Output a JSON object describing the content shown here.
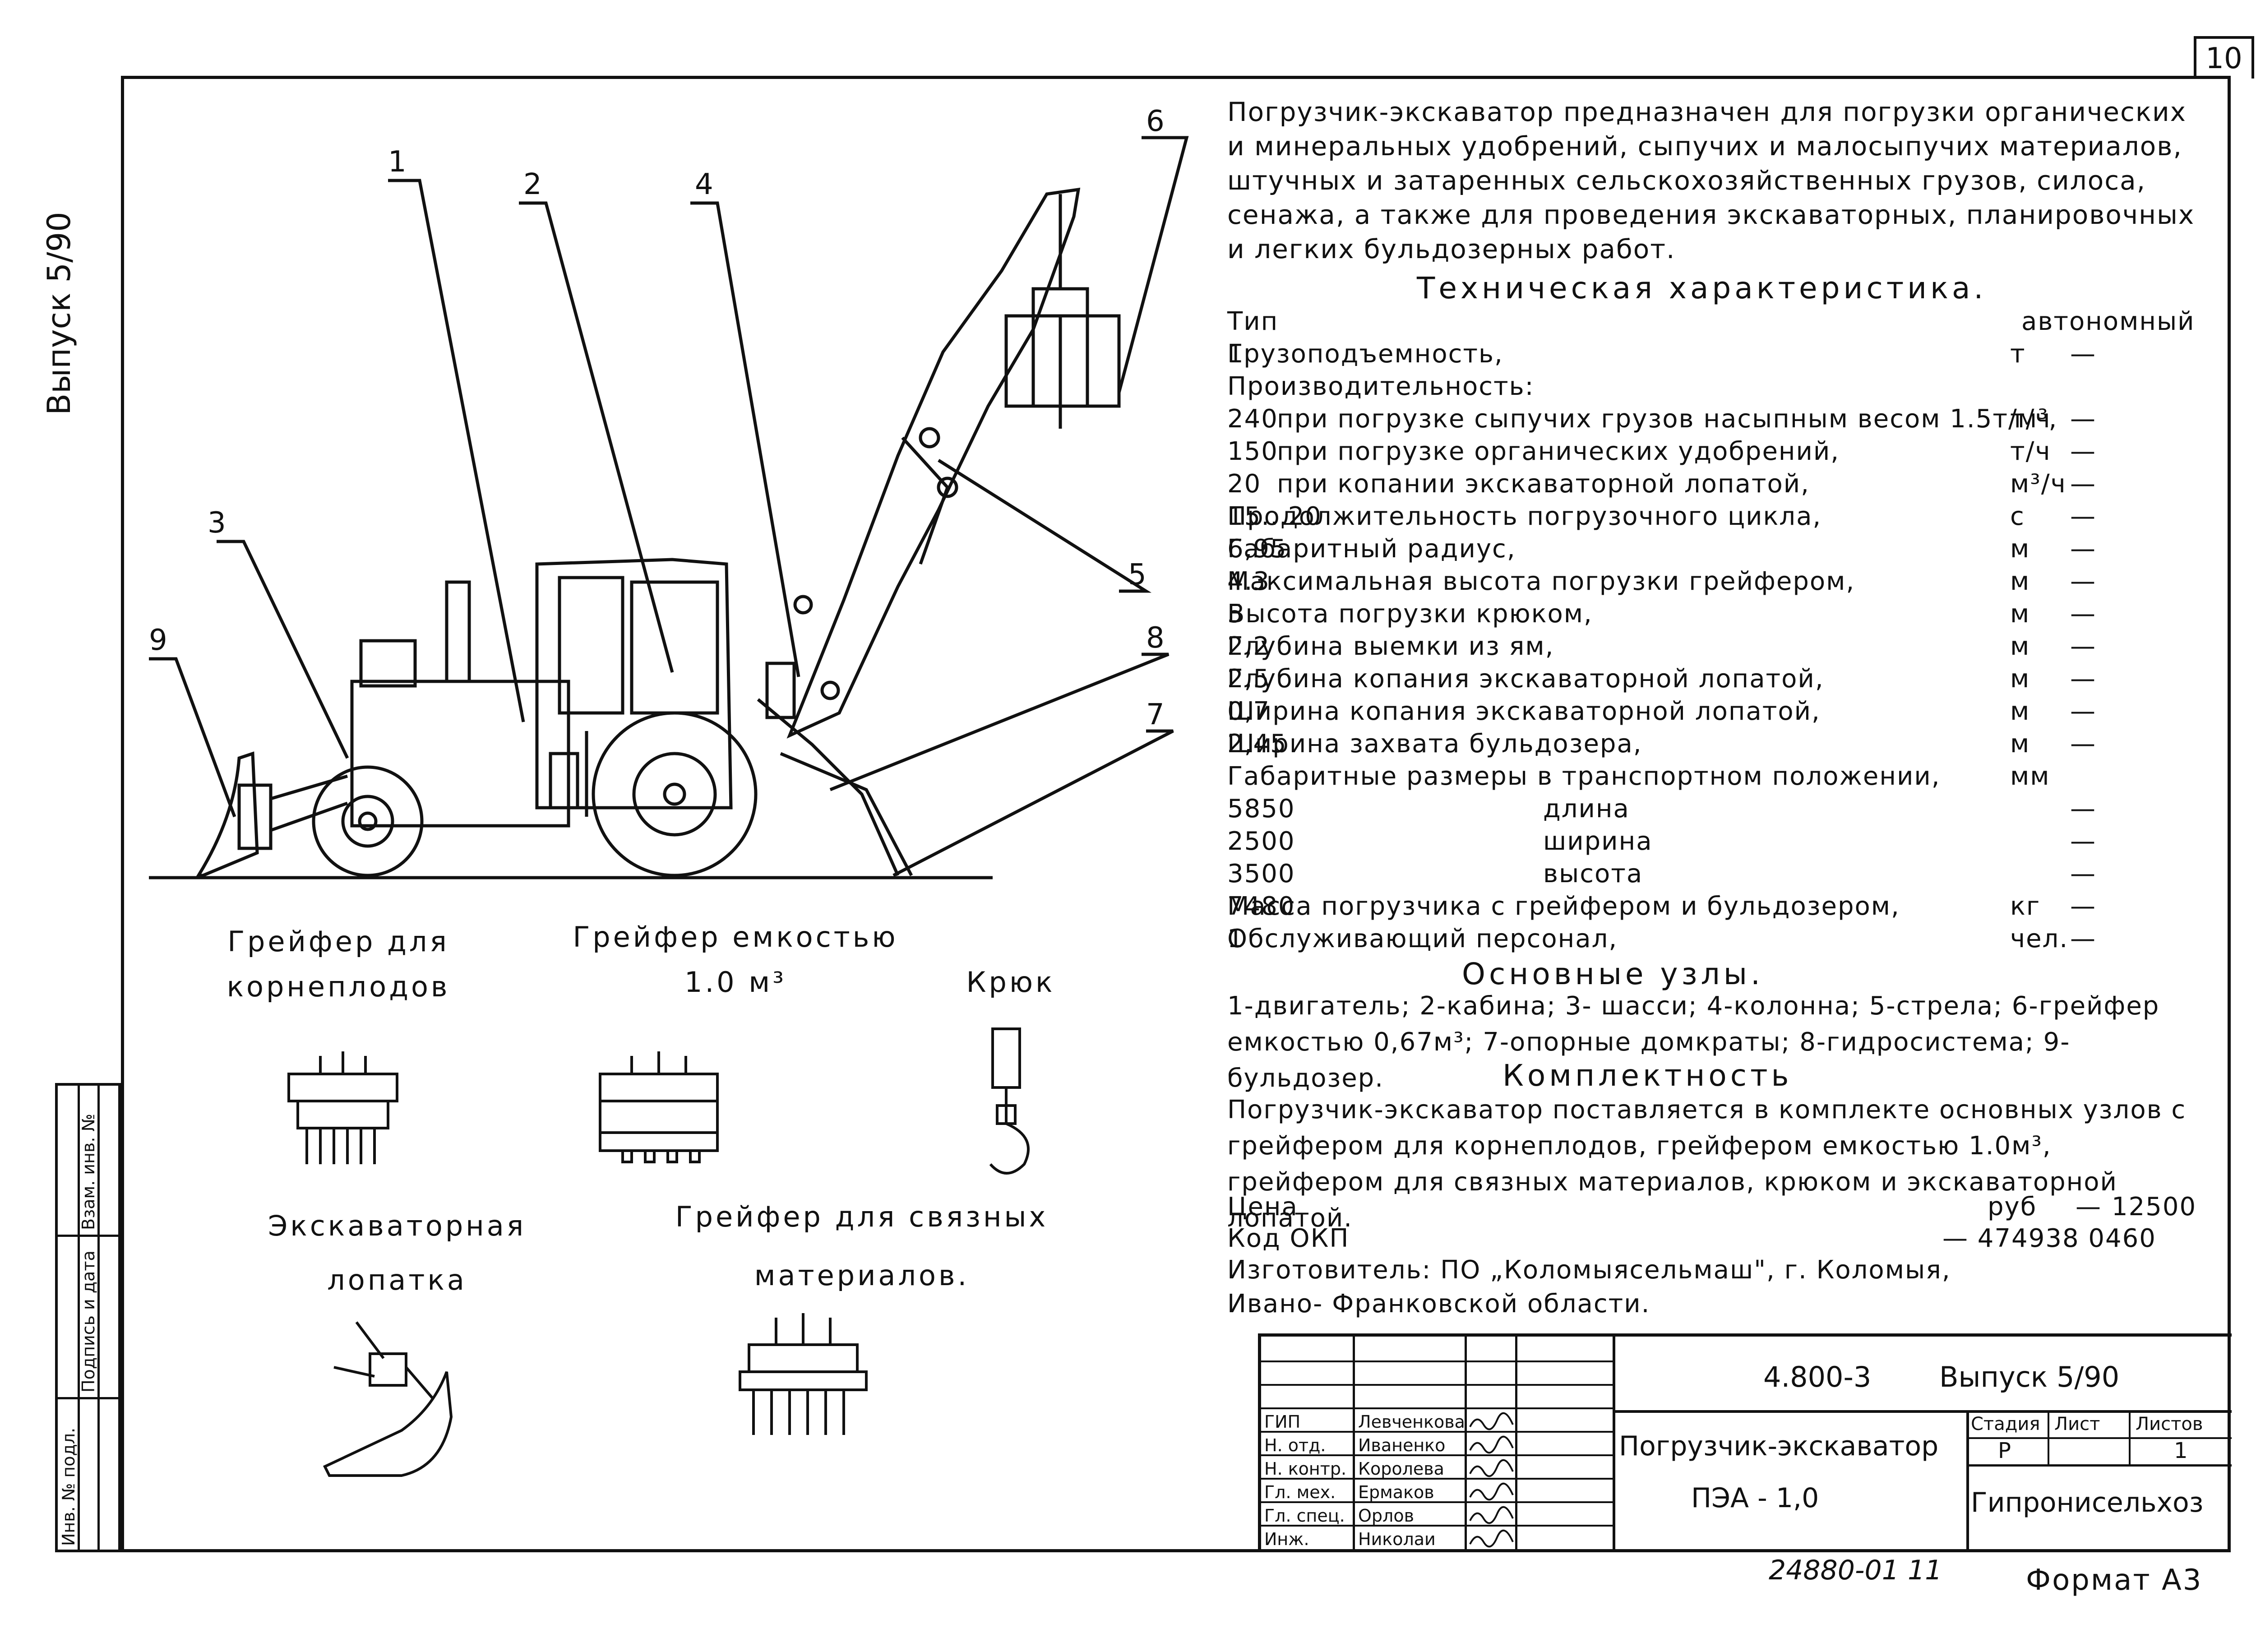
{
  "sheet": {
    "page_number": "10",
    "side_issue": "Выпуск 5/90"
  },
  "stamp_labels": [
    "Инв. № подл.",
    "Подпись и дата",
    "Взам. инв. №"
  ],
  "description": "Погрузчик-экскаватор предназначен для погрузки органических и минеральных удобрений, сыпучих и малосыпучих материалов, штучных и затаренных сельскохозяйственных грузов, силоса, сенажа, а также для проведения экскаваторных, планировочных и легких бульдозерных работ.",
  "tech_heading": "Техническая характеристика.",
  "specs": [
    {
      "name": "Тип",
      "unit": "автономный",
      "dash": "",
      "value": ""
    },
    {
      "name": "Грузоподъемность,",
      "unit": "т",
      "dash": "—",
      "value": "1"
    },
    {
      "name": "Производительность:",
      "unit": "",
      "dash": "",
      "value": ""
    },
    {
      "name": "при погрузке сыпучих грузов насыпным весом 1.5т/м³,",
      "unit": "т/ч",
      "dash": "—",
      "value": "240"
    },
    {
      "name": "при погрузке органических удобрений,",
      "unit": "т/ч",
      "dash": "—",
      "value": "150"
    },
    {
      "name": "при копании экскаваторной лопатой,",
      "unit": "м³/ч",
      "dash": "—",
      "value": "20"
    },
    {
      "name": "Продолжительность погрузочного цикла,",
      "unit": "с",
      "dash": "—",
      "value": "15...20"
    },
    {
      "name": "Габаритный радиус,",
      "unit": "м",
      "dash": "—",
      "value": "6,95"
    },
    {
      "name": "Максимальная высота погрузки грейфером,",
      "unit": "м",
      "dash": "—",
      "value": "4.3"
    },
    {
      "name": "Высота погрузки крюком,",
      "unit": "м",
      "dash": "—",
      "value": "5"
    },
    {
      "name": "Глубина выемки из ям,",
      "unit": "м",
      "dash": "—",
      "value": "2,2"
    },
    {
      "name": "Глубина копания экскаваторной лопатой,",
      "unit": "м",
      "dash": "—",
      "value": "2,5"
    },
    {
      "name": "Ширина копания экскаваторной лопатой,",
      "unit": "м",
      "dash": "—",
      "value": "0,7"
    },
    {
      "name": "Ширина захвата бульдозера,",
      "unit": "м",
      "dash": "—",
      "value": "2,45"
    },
    {
      "name": "Габаритные размеры в транспортном положении,",
      "unit": "мм",
      "dash": "",
      "value": ""
    },
    {
      "name": "длина",
      "unit": "",
      "dash": "—",
      "value": "5850"
    },
    {
      "name": "ширина",
      "unit": "",
      "dash": "—",
      "value": "2500"
    },
    {
      "name": "высота",
      "unit": "",
      "dash": "—",
      "value": "3500"
    },
    {
      "name": "Масса погрузчика с грейфером и бульдозером,",
      "unit": "кг",
      "dash": "—",
      "value": "7480"
    },
    {
      "name": "Обслуживающий персонал,",
      "unit": "чел.",
      "dash": "—",
      "value": "1"
    }
  ],
  "units_heading": "Основные узлы.",
  "units_text": "1-двигатель; 2-кабина; 3- шасси; 4-колонна; 5-стрела; 6-грейфер емкостью 0,67м³; 7-опорные домкраты; 8-гидросистема; 9- бульдозер.",
  "kit_heading": "Комплектность",
  "kit_text": "Погрузчик-экскаватор поставляется в комплекте основных узлов с грейфером для корнеплодов, грейфером емкостью 1.0м³, грейфером для связных материалов, крюком и экскаваторной лопатой.",
  "price": {
    "label": "Цена",
    "unit": "руб",
    "dash": "—",
    "value": "12500"
  },
  "okp": {
    "label": "Код ОКП",
    "value": "— 474938 0460"
  },
  "maker": {
    "line1": "Изготовитель: ПО „Коломыясельмаш\", г. Коломыя,",
    "line2": "Ивано- Франковской области."
  },
  "drawing_labels": [
    "1",
    "2",
    "3",
    "4",
    "5",
    "6",
    "7",
    "8",
    "9"
  ],
  "attachments": {
    "root_grab": [
      "Грейфер для",
      "корнеплодов"
    ],
    "bucket_grab": [
      "Грейфер емкостью",
      "1.0 м³"
    ],
    "hook": "Крюк",
    "shovel": [
      "Экскаваторная",
      "лопатка"
    ],
    "cohesive_grab": [
      "Грейфер для связных",
      "материалов."
    ]
  },
  "title_block": {
    "doc_code": "4.800-3",
    "issue": "Выпуск 5/90",
    "product": "Погрузчик-экскаватор",
    "model": "ПЭА - 1,0",
    "stage_headers": [
      "Стадия",
      "Лист",
      "Листов"
    ],
    "stage_values": [
      "Р",
      "",
      "1"
    ],
    "org": "Гипронисельхоз",
    "people": [
      {
        "role": "ГИП",
        "name": "Левченкова"
      },
      {
        "role": "Н. отд.",
        "name": "Иваненко"
      },
      {
        "role": "Н. контр.",
        "name": "Королева"
      },
      {
        "role": "Гл. мех.",
        "name": "Ермаков"
      },
      {
        "role": "Гл. спец.",
        "name": "Орлов"
      },
      {
        "role": "Инж.",
        "name": "Николаи"
      }
    ]
  },
  "footer": {
    "number": "24880-01 11",
    "format": "Формат А3"
  }
}
